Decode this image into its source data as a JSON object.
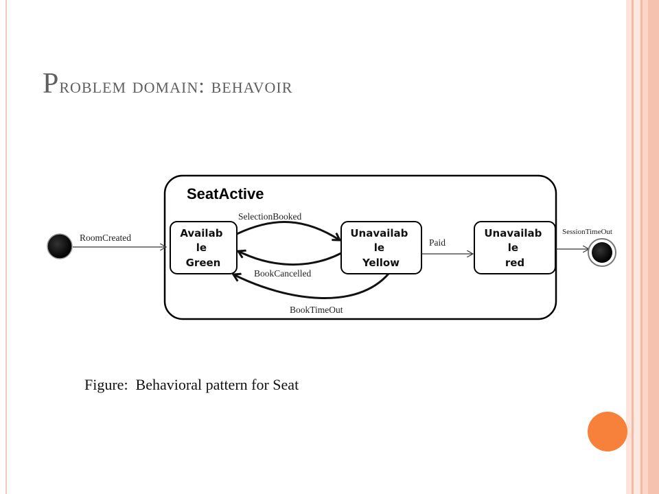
{
  "slide": {
    "title_first": "P",
    "title_rest": "roblem domain: behavoir",
    "caption": "Figure:  Behavioral pattern for Seat"
  },
  "diagram": {
    "superstate": "SeatActive",
    "states": [
      {
        "lines": [
          "Availab",
          "le",
          "Green"
        ]
      },
      {
        "lines": [
          "Unavailab",
          "le",
          "Yellow"
        ]
      },
      {
        "lines": [
          "Unavailab",
          "le",
          "red"
        ]
      }
    ],
    "transitions": {
      "room_created": "RoomCreated",
      "selection_booked": "SelectionBooked",
      "book_cancelled": "BookCancelled",
      "book_timeout": "BookTimeOut",
      "paid": "Paid",
      "session_timeout": "SessionTimeOut"
    }
  },
  "colors": {
    "title": "#5f5f5f",
    "accent_dot": "#f7813a",
    "band_light": "#fde3d8",
    "band_mid": "#f6c2b0"
  }
}
